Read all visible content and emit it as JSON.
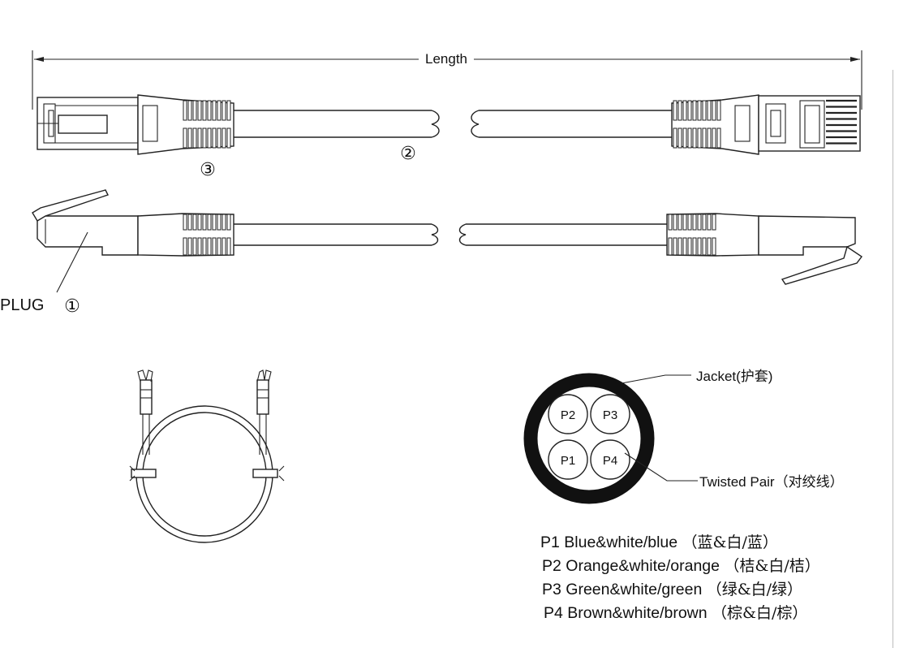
{
  "dimension": {
    "label": "Length"
  },
  "callouts": {
    "c1": "①",
    "c2": "②",
    "c3": "③",
    "plug": "PLUG"
  },
  "cross_section": {
    "jacket_label": "Jacket(护套)",
    "pair_label": "Twisted  Pair（对绞线）",
    "pairs": [
      "P2",
      "P3",
      "P1",
      "P4"
    ]
  },
  "legend": [
    {
      "id": "P1",
      "en": "Blue&white/blue",
      "cn": "（蓝&白/蓝）"
    },
    {
      "id": "P2",
      "en": "Orange&white/orange",
      "cn": "（桔&白/桔）"
    },
    {
      "id": "P3",
      "en": "Green&white/green",
      "cn": "（绿&白/绿）"
    },
    {
      "id": "P4",
      "en": "Brown&white/brown",
      "cn": "（棕&白/棕）"
    }
  ],
  "colors": {
    "line": "#222222",
    "jacket": "#111111",
    "background": "#ffffff"
  }
}
